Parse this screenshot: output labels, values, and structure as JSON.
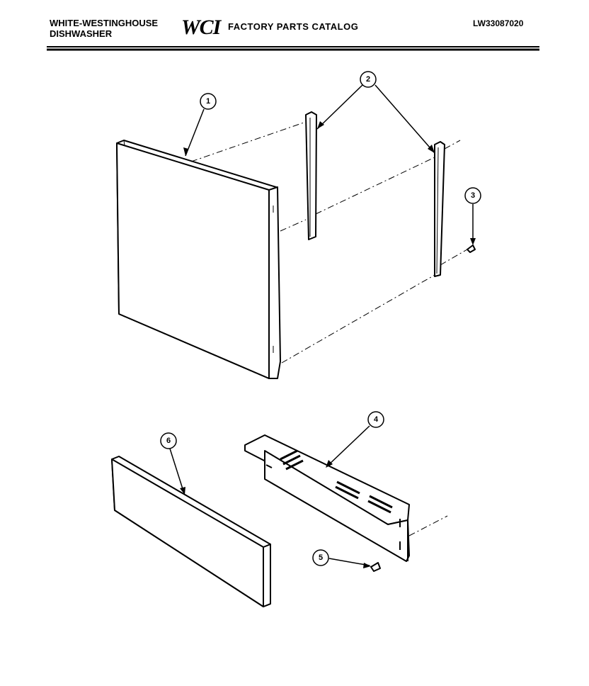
{
  "header": {
    "brand_line1": "WHITE-WESTINGHOUSE",
    "brand_line2": "DISHWASHER",
    "logo": "WCI",
    "catalog_title": "FACTORY PARTS CATALOG",
    "model_number": "LW33087020"
  },
  "callouts": [
    {
      "id": "1",
      "part": "door-panel"
    },
    {
      "id": "2",
      "part": "panel-trim-strips"
    },
    {
      "id": "3",
      "part": "screw"
    },
    {
      "id": "4",
      "part": "toe-kick-bracket"
    },
    {
      "id": "5",
      "part": "screw"
    },
    {
      "id": "6",
      "part": "kick-panel"
    }
  ]
}
